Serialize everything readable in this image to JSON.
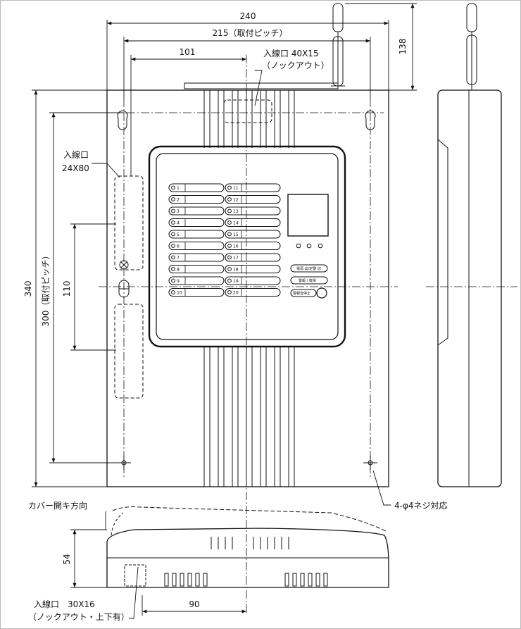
{
  "dimensions": {
    "total_width": "240",
    "mounting_pitch": "215（取付ピッチ）",
    "center_offset": "101",
    "antenna_height": "138",
    "total_height": "340",
    "vertical_pitch": "300（取付ピッチ）",
    "inner_height": "110",
    "side_depth": "54",
    "bottom_offset": "90"
  },
  "labels": {
    "top_inlet_title": "入線口 40X15",
    "top_inlet_note": "（ノックアウト）",
    "left_inlet_title": "入線口",
    "left_inlet_size": "24X80",
    "cover_direction": "カバー開キ方向",
    "screw_note": "4-φ4ネジ対応",
    "bottom_inlet_title": "入線口　30X16",
    "bottom_inlet_note": "（ノックアウト・上下有）"
  },
  "panel": {
    "channels_left": [
      "1",
      "2",
      "3",
      "4",
      "5",
      "6",
      "7",
      "8",
      "9",
      "10"
    ],
    "channels_right": [
      "11",
      "12",
      "13",
      "14",
      "15",
      "16",
      "17",
      "18",
      "19",
      "20"
    ],
    "button_1": "電源 出/定警 切",
    "button_2": "警報 / 復帰",
    "button_3": "警報音停止"
  }
}
